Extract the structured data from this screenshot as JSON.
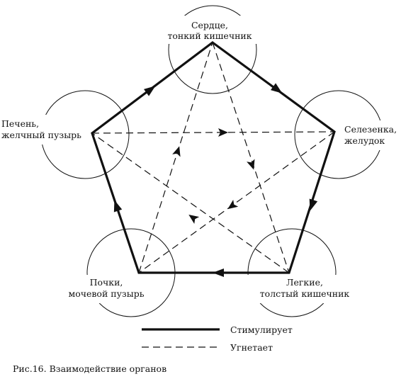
{
  "nodes": [
    {
      "id": "heart",
      "lines": [
        "Сердце,",
        "тонкий кишечник"
      ]
    },
    {
      "id": "spleen",
      "lines": [
        "Селезенка,",
        "желудок"
      ]
    },
    {
      "id": "lungs",
      "lines": [
        "Легкие,",
        "толстый кишечник"
      ]
    },
    {
      "id": "kidneys",
      "lines": [
        "Почки,",
        "мочевой пузырь"
      ]
    },
    {
      "id": "liver",
      "lines": [
        "Печень,",
        "желчный пузырь"
      ]
    }
  ],
  "legend": {
    "stimulates_label": "Стимулирует",
    "inhibits_label": "Угнетает"
  },
  "caption": "Рис.16. Взаимодействие органов",
  "colors": {
    "line": "#111111",
    "background": "#ffffff"
  }
}
